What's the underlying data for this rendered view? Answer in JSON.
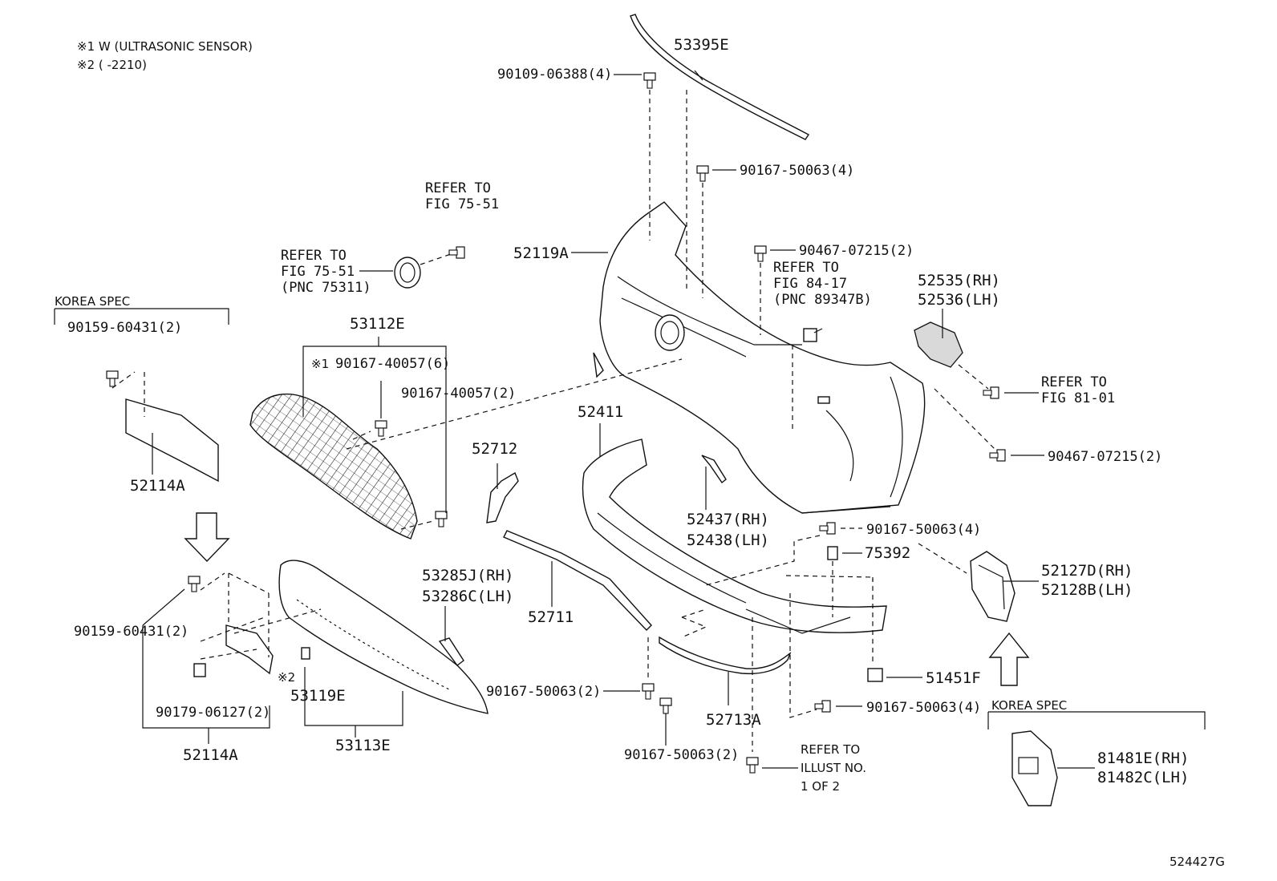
{
  "notes": {
    "note1": "※1 W (ULTRASONIC SENSOR)",
    "note2": "※2 (        -2210)"
  },
  "diagram_id": "524427G",
  "labels": {
    "p53395E": "53395E",
    "p90109_06388": "90109-06388(4)",
    "p90167_50063_top": "90167-50063(4)",
    "p52119A": "52119A",
    "p90467_07215_top": "90467-07215(2)",
    "refer_84_17_a": "REFER TO",
    "refer_84_17_b": "FIG 84-17",
    "refer_84_17_c": "(PNC 89347B)",
    "p52535": "52535(RH)",
    "p52536": "52536(LH)",
    "refer_81_01_a": "REFER TO",
    "refer_81_01_b": "FIG 81-01",
    "p90467_07215_right": "90467-07215(2)",
    "refer_75_51_top_a": "REFER TO",
    "refer_75_51_top_b": "FIG 75-51",
    "refer_75_51_a": "REFER TO",
    "refer_75_51_b": "FIG 75-51",
    "refer_75_51_c": "(PNC 75311)",
    "korea_spec_left": "KOREA SPEC",
    "p90159_60431_top": "90159-60431(2)",
    "p52114A_top": "52114A",
    "p53112E": "53112E",
    "star1": "※1",
    "p90167_40057_6": "90167-40057(6)",
    "p90167_40057_2": "90167-40057(2)",
    "p52411": "52411",
    "p52712": "52712",
    "p52437": "52437(RH)",
    "p52438": "52438(LH)",
    "p90167_50063_mid": "90167-50063(4)",
    "p75392": "75392",
    "p52127D": "52127D(RH)",
    "p52128B": "52128B(LH)",
    "p53285J": "53285J(RH)",
    "p53286C": "53286C(LH)",
    "p52711": "52711",
    "p90159_60431_bot": "90159-60431(2)",
    "star2": "※2",
    "p53119E": "53119E",
    "p90179_06127": "90179-06127(2)",
    "p52114A_bot": "52114A",
    "p53113E": "53113E",
    "p90167_50063_bot2": "90167-50063(2)",
    "p51451F": "51451F",
    "p90167_50063_right_bot": "90167-50063(4)",
    "p52713A": "52713A",
    "p90167_50063_bot_center": "90167-50063(2)",
    "refer_illust_a": "REFER TO",
    "refer_illust_b": "ILLUST NO.",
    "refer_illust_c": "1 OF 2",
    "korea_spec_right": "KOREA SPEC",
    "p81481E": "81481E(RH)",
    "p81482C": "81482C(LH)"
  }
}
